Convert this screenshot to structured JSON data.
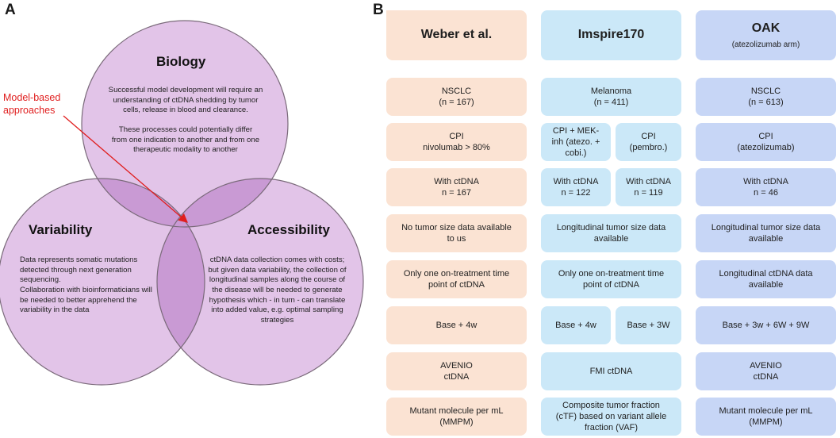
{
  "panel_a": {
    "letter": "A",
    "biology": {
      "title": "Biology",
      "text1": "Successful model development will require an understanding of ctDNA shedding by tumor cells, release in blood and clearance.",
      "text2": "These processes could potentially differ from one indication to another and from one therapeutic modality to another"
    },
    "variability": {
      "title": "Variability",
      "text": "Data represents somatic mutations detected through next generation sequencing.\nCollaboration with bioinformaticians will be needed to better apprehend the variability in the data"
    },
    "accessibility": {
      "title": "Accessibility",
      "text": "ctDNA data collection comes with costs; but given data variability, the collection of longitudinal samples along the course of the disease will be needed to generate hypothesis which - in turn - can translate into added value, e.g. optimal sampling strategies"
    },
    "annotation": "Model-based approaches",
    "colors": {
      "circle_fill": "#e2c4e8",
      "overlap_fill": "#c99ad4",
      "circle_stroke": "#7a6a7a",
      "arrow": "#e01e1e"
    }
  },
  "panel_b": {
    "letter": "B",
    "headers": {
      "weber": "Weber et al.",
      "imspire": "Imspire170",
      "oak": "OAK",
      "oak_sub": "(atezolizumab arm)"
    },
    "rows": {
      "indication": {
        "weber": "NSCLC\n(n = 167)",
        "imspire": "Melanoma\n(n = 411)",
        "oak": "NSCLC\n(n = 613)"
      },
      "treatment": {
        "weber": "CPI\nnivolumab > 80%",
        "imspire_a": "CPI + MEK-\ninh (atezo. +\ncobi.)",
        "imspire_b": "CPI\n(pembro.)",
        "oak": "CPI\n(atezolizumab)"
      },
      "ctdna": {
        "weber": "With ctDNA\nn = 167",
        "imspire_a": "With ctDNA\nn = 122",
        "imspire_b": "With ctDNA\nn = 119",
        "oak": "With ctDNA\nn = 46"
      },
      "tumor_size": {
        "weber": "No tumor size data available\nto us",
        "imspire": "Longitudinal tumor size data\navailable",
        "oak": "Longitudinal tumor size data\navailable"
      },
      "timepoints": {
        "weber": "Only one on-treatment time\npoint of ctDNA",
        "imspire": "Only one on-treatment time\npoint of ctDNA",
        "oak": "Longitudinal ctDNA data\navailable"
      },
      "sampling": {
        "weber": "Base + 4w",
        "imspire_a": "Base + 4w",
        "imspire_b": "Base + 3W",
        "oak": "Base + 3w + 6W + 9W"
      },
      "assay": {
        "weber": "AVENIO\nctDNA",
        "imspire": "FMI ctDNA",
        "oak": "AVENIO\nctDNA"
      },
      "metric": {
        "weber": "Mutant molecule per mL\n(MMPM)",
        "imspire": "Composite tumor fraction\n(cTF) based on variant allele\nfraction (VAF)",
        "oak": "Mutant molecule per mL\n(MMPM)"
      }
    },
    "colors": {
      "weber": "#fbe3d3",
      "imspire": "#cbe8f8",
      "oak": "#c7d6f6"
    }
  }
}
